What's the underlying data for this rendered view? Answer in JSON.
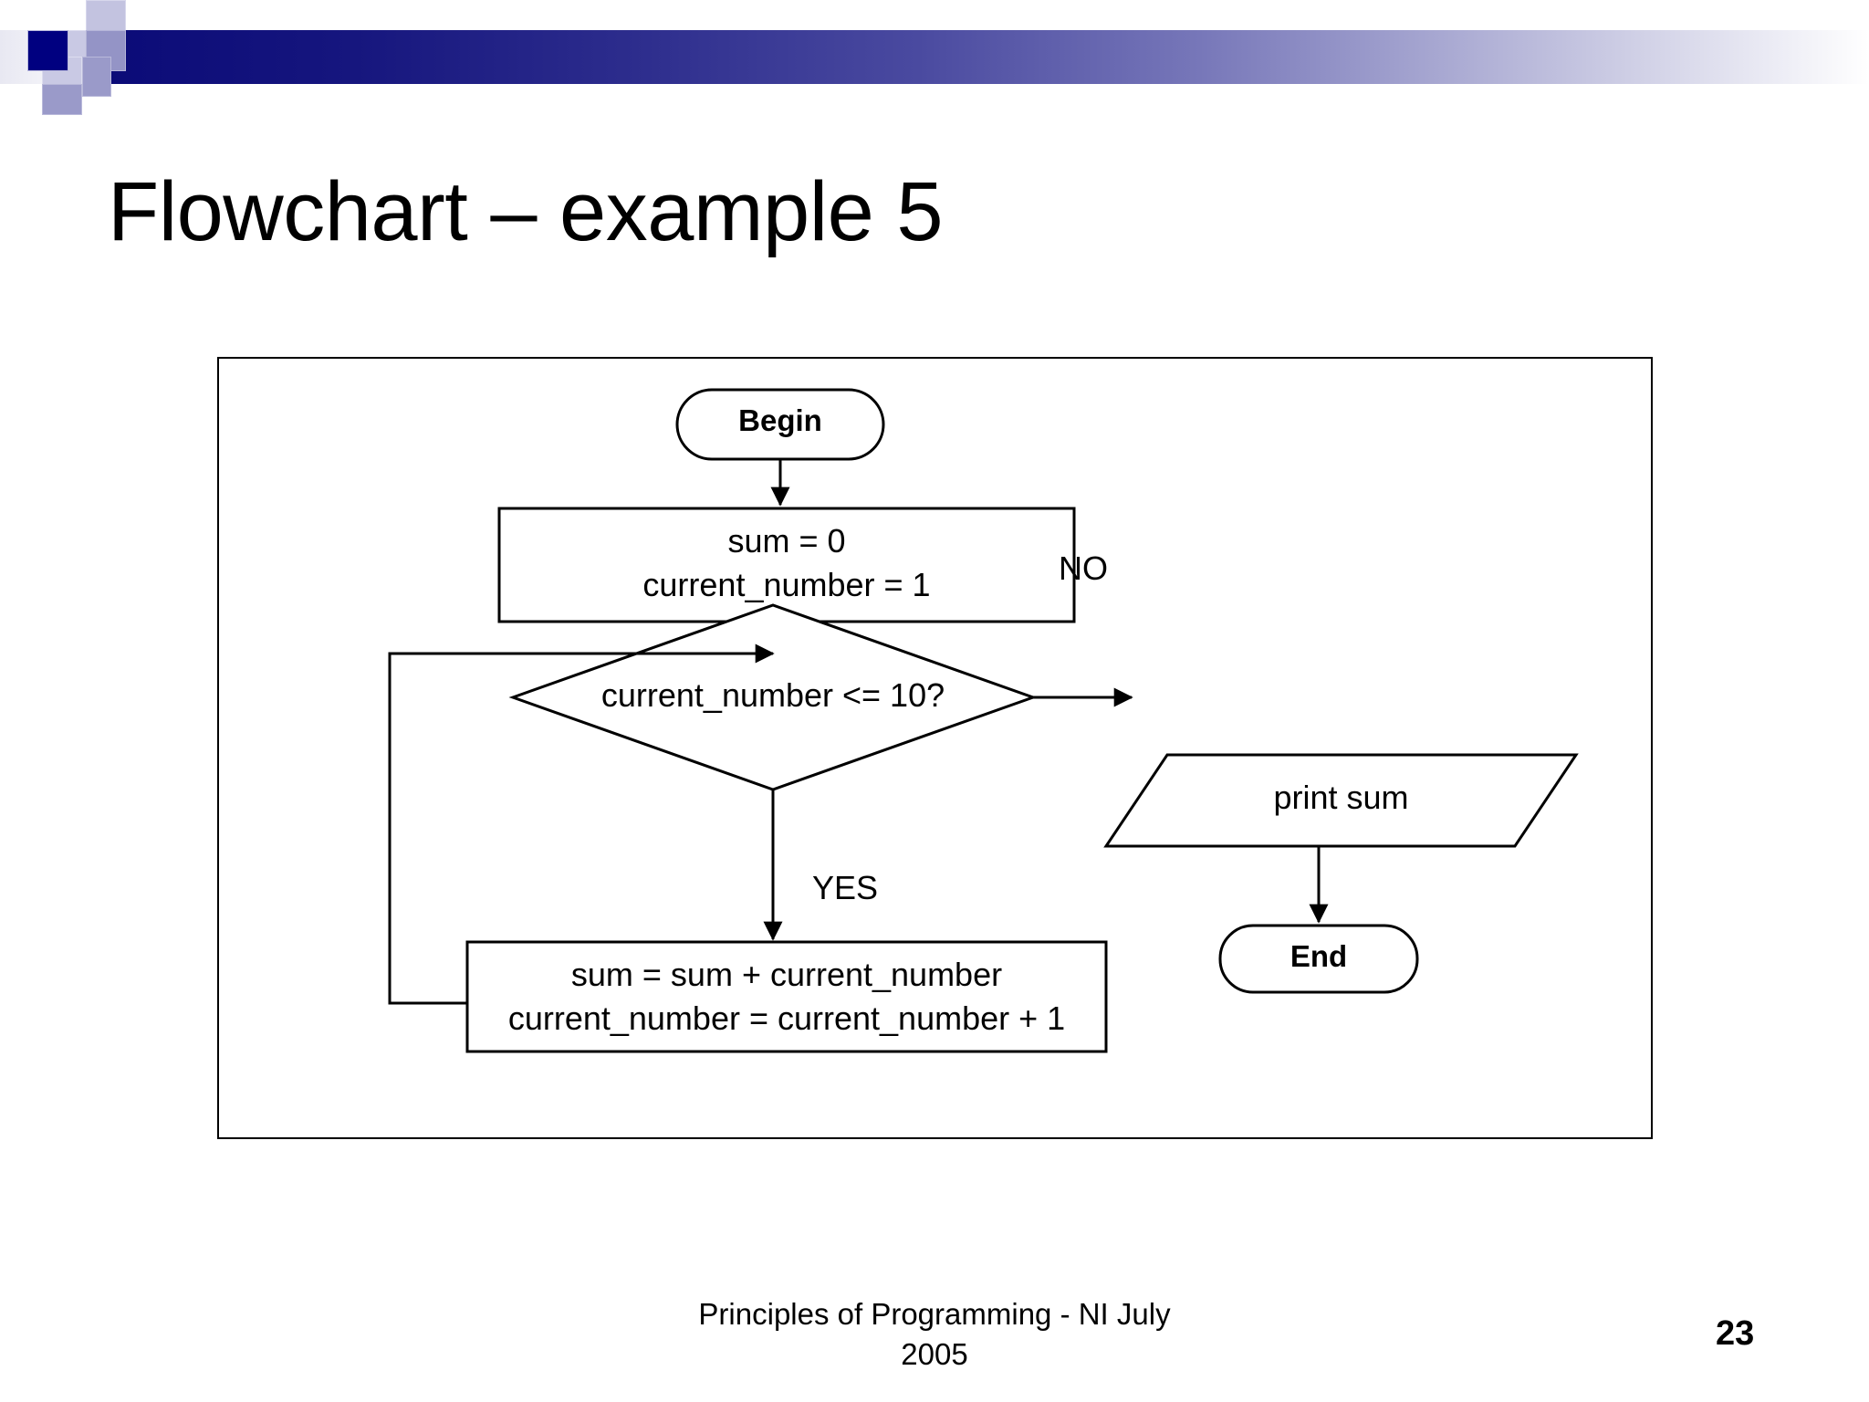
{
  "slide": {
    "title": "Flowchart – example 5",
    "page_number": "23",
    "footer_line1": "Principles of Programming - NI July",
    "footer_line2": "2005"
  },
  "theme": {
    "band_dark": "#0b0b78",
    "band_square_dark": "#000080",
    "band_square_mid": "#9494c6",
    "band_square_light": "#c9c9e4",
    "stroke": "#000000",
    "background": "#ffffff"
  },
  "chart_data": {
    "type": "diagram",
    "diagram_kind": "flowchart",
    "title": "Flowchart – example 5",
    "nodes": [
      {
        "id": "begin",
        "shape": "terminator",
        "label": "Begin",
        "bold": true
      },
      {
        "id": "init",
        "shape": "process",
        "label_line1": "sum = 0",
        "label_line2": "current_number = 1"
      },
      {
        "id": "decision",
        "shape": "decision",
        "label": "current_number <= 10?"
      },
      {
        "id": "print",
        "shape": "input-output",
        "label": "print sum"
      },
      {
        "id": "end",
        "shape": "terminator",
        "label": "End",
        "bold": true
      },
      {
        "id": "update",
        "shape": "process",
        "label_line1": "sum = sum + current_number",
        "label_line2": "current_number = current_number + 1"
      }
    ],
    "edges": [
      {
        "from": "begin",
        "to": "init",
        "label": ""
      },
      {
        "from": "init",
        "to": "decision",
        "label": ""
      },
      {
        "from": "decision",
        "to": "print",
        "label": "NO"
      },
      {
        "from": "decision",
        "to": "update",
        "label": "YES"
      },
      {
        "from": "print",
        "to": "end",
        "label": ""
      },
      {
        "from": "update",
        "to": "decision",
        "label": "",
        "note": "loop back"
      }
    ],
    "edge_labels": {
      "no": "NO",
      "yes": "YES"
    }
  },
  "flow": {
    "begin_label": "Begin",
    "init_line1": "sum = 0",
    "init_line2": "current_number = 1",
    "decision_label": "current_number <= 10?",
    "no_label": "NO",
    "yes_label": "YES",
    "print_label": "print sum",
    "end_label": "End",
    "update_line1": "sum = sum + current_number",
    "update_line2": "current_number = current_number + 1"
  }
}
